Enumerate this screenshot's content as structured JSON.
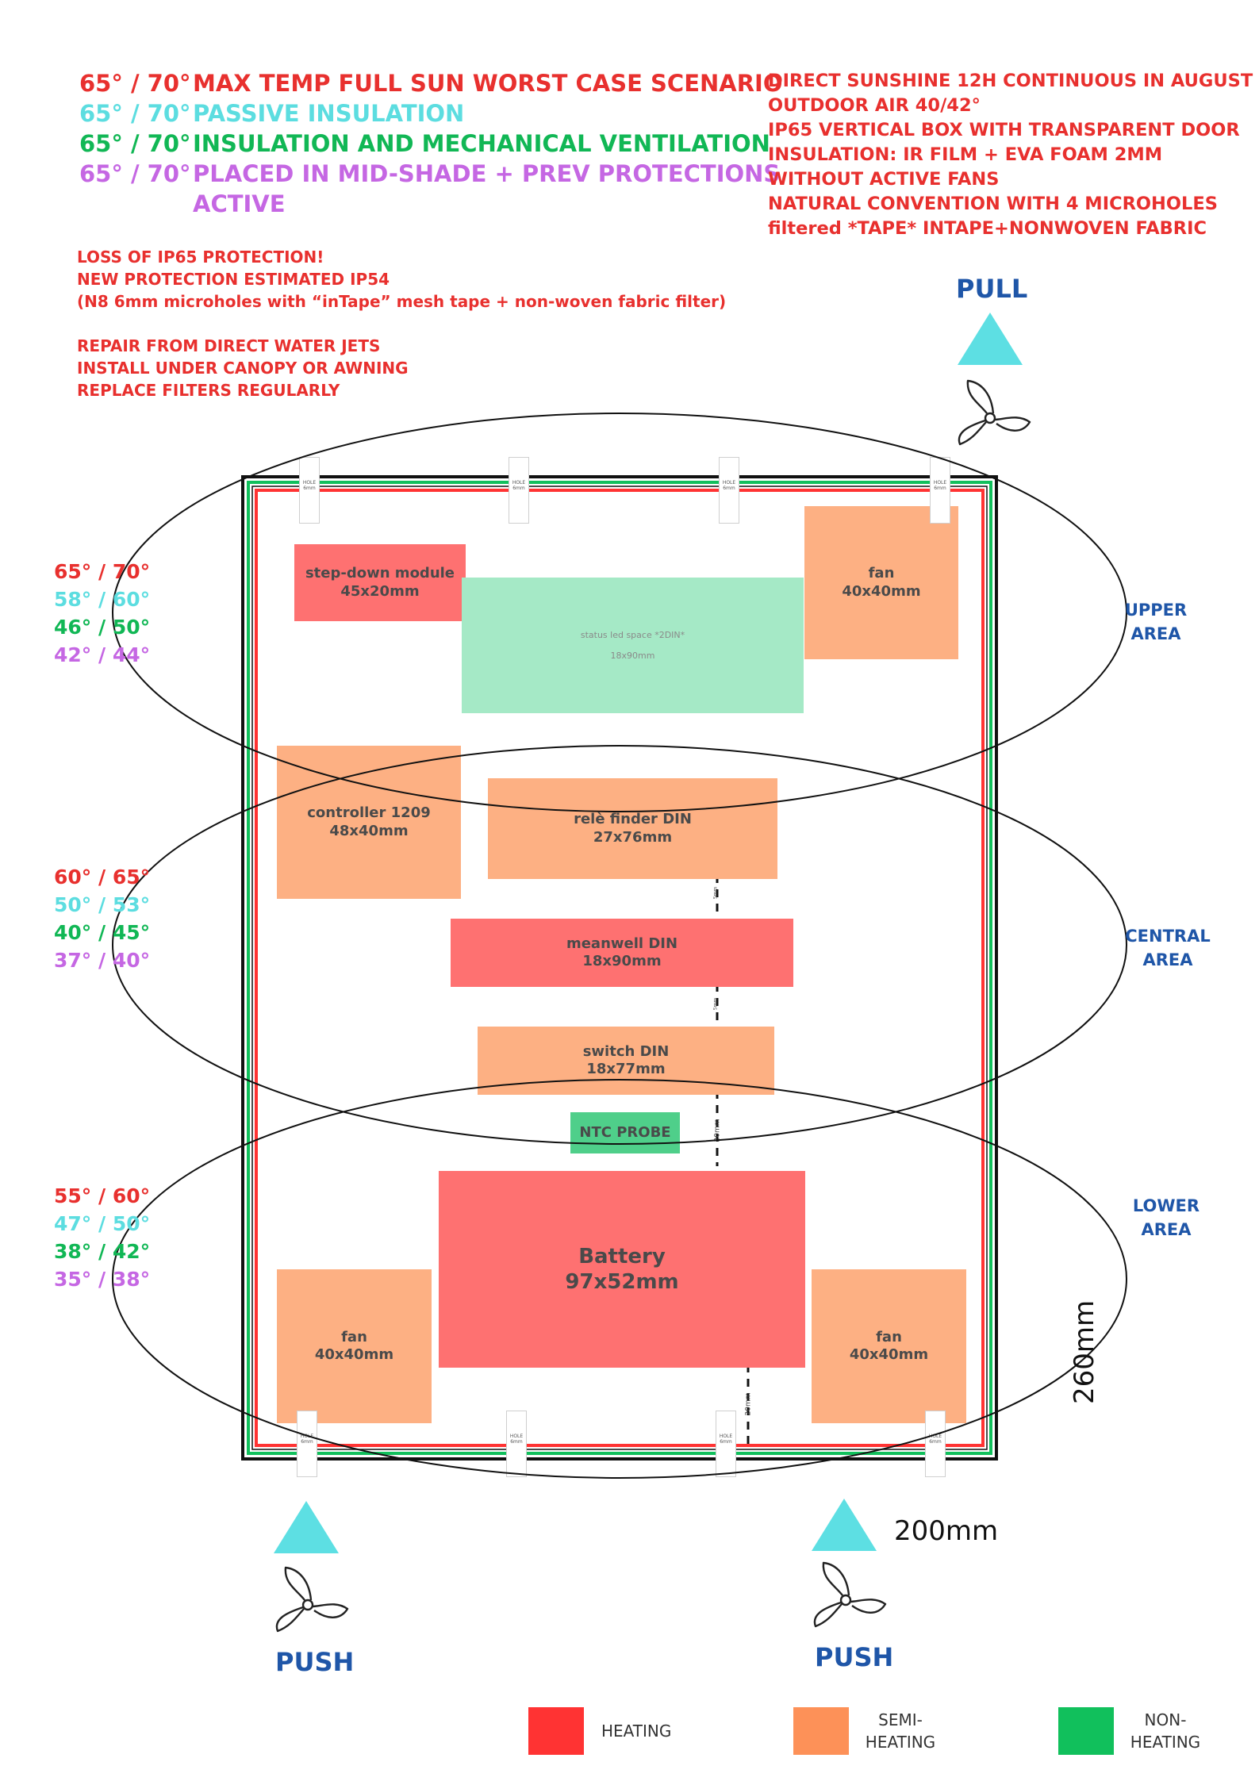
{
  "scenarios": [
    {
      "temp": "65° / 70°",
      "label": "MAX TEMP FULL SUN WORST CASE SCENARIO",
      "color": "#e8302e"
    },
    {
      "temp": "65° / 70°",
      "label": "PASSIVE INSULATION",
      "color": "#5cdde0"
    },
    {
      "temp": "65° / 70°",
      "label": "INSULATION AND MECHANICAL VENTILATION",
      "color": "#11b755"
    },
    {
      "temp": "65° / 70°",
      "label": "PLACED IN MID-SHADE + PREV PROTECTIONS",
      "label2": "ACTIVE",
      "color": "#c567e3"
    }
  ],
  "left_notes": [
    "LOSS OF IP65 PROTECTION!",
    "NEW PROTECTION ESTIMATED IP54",
    "(N8 6mm microholes with “inTape” mesh tape + non-woven fabric filter)",
    "REPAIR FROM DIRECT WATER JETS",
    "INSTALL UNDER CANOPY OR AWNING",
    "REPLACE FILTERS REGULARLY"
  ],
  "right_notes": [
    "DIRECT SUNSHINE 12H CONTINUOUS IN AUGUST",
    "OUTDOOR AIR 40/42°",
    "IP65 VERTICAL BOX WITH TRANSPARENT DOOR",
    "INSULATION: IR FILM + EVA FOAM 2MM",
    "WITHOUT ACTIVE FANS",
    "NATURAL CONVENTION WITH 4 MICROHOLES",
    "filtered *TAPE* INTAPE+NONWOVEN FABRIC"
  ],
  "pull_label": "PULL",
  "push_label": "PUSH",
  "areas": {
    "upper": [
      "UPPER",
      "AREA"
    ],
    "central": [
      "CENTRAL",
      "AREA"
    ],
    "lower": [
      "LOWER",
      "AREA"
    ]
  },
  "area_temps": {
    "upper": [
      "65° / 70°",
      "58° / 60°",
      "46° / 50°",
      "42° / 44°"
    ],
    "central": [
      "60° / 65°",
      "50° / 53°",
      "40° / 45°",
      "37° / 40°"
    ],
    "lower": [
      "55° / 60°",
      "47° / 50°",
      "38° / 42°",
      "35° / 38°"
    ]
  },
  "components": {
    "stepdown": {
      "name": "step-down module",
      "size": "45x20mm"
    },
    "status_led": {
      "name": "status led space *2DIN*",
      "size": "18x90mm"
    },
    "fan_top": {
      "name": "fan",
      "size": "40x40mm"
    },
    "controller": {
      "name": "controller 1209",
      "size": "48x40mm"
    },
    "rele": {
      "name": "relè finder DIN",
      "size": "27x76mm"
    },
    "meanwell": {
      "name": "meanwell DIN",
      "size": "18x90mm"
    },
    "switch": {
      "name": "switch DIN",
      "size": "18x77mm"
    },
    "ntc": {
      "name": "NTC PROBE"
    },
    "battery": {
      "name": "Battery",
      "size": "97x52mm"
    },
    "fan_bl": {
      "name": "fan",
      "size": "40x40mm"
    },
    "fan_br": {
      "name": "fan",
      "size": "40x40mm"
    }
  },
  "hole": {
    "title": "HOLE",
    "size": "6mm"
  },
  "spacing": {
    "a": "5mm",
    "b": "5mm",
    "c": "20mm",
    "d": "20mm"
  },
  "dimensions": {
    "height": "260mm",
    "width": "200mm"
  },
  "legend": [
    {
      "label": "HEATING",
      "color": "#ff3333"
    },
    {
      "label": "SEMI-HEATING",
      "line1": "SEMI-",
      "line2": "HEATING",
      "color": "#fd9158"
    },
    {
      "label": "NON-HEATING",
      "line1": "NON-",
      "line2": "HEATING",
      "color": "#11c05c"
    }
  ]
}
